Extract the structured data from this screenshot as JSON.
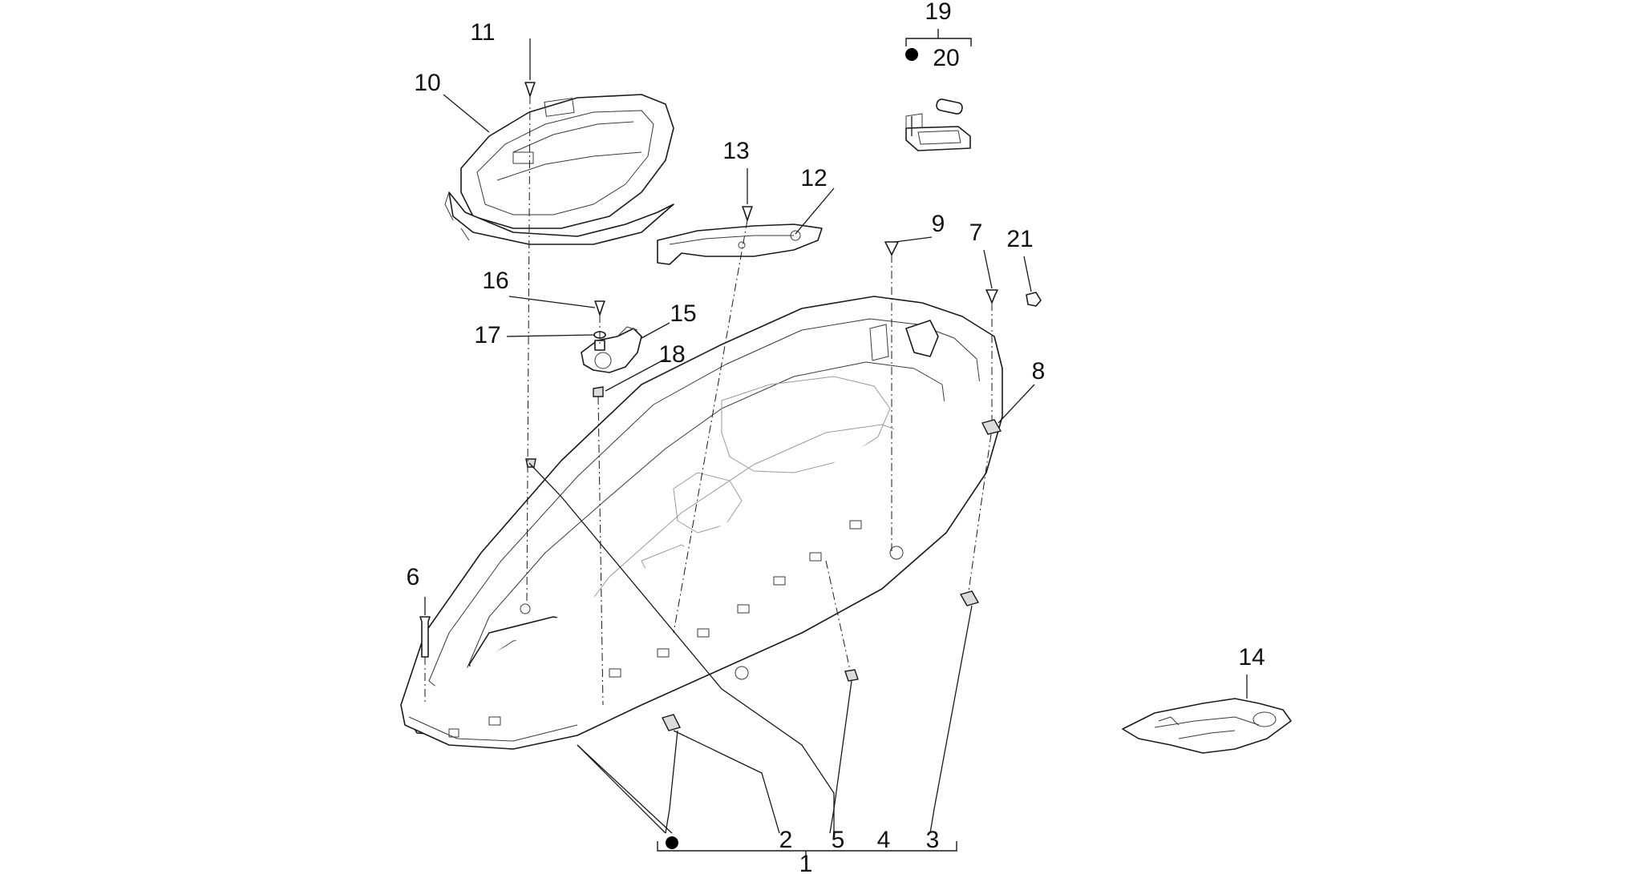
{
  "callouts": {
    "c1": "1",
    "c2": "2",
    "c3": "3",
    "c4": "4",
    "c5": "5",
    "c6": "6",
    "c7": "7",
    "c8": "8",
    "c9": "9",
    "c10": "10",
    "c11": "11",
    "c12": "12",
    "c13": "13",
    "c14": "14",
    "c15": "15",
    "c16": "16",
    "c17": "17",
    "c18": "18",
    "c19": "19",
    "c20": "20",
    "c21": "21"
  },
  "colors": {
    "line": "#1a1a1a",
    "background": "#ffffff",
    "marker": "#000000"
  }
}
